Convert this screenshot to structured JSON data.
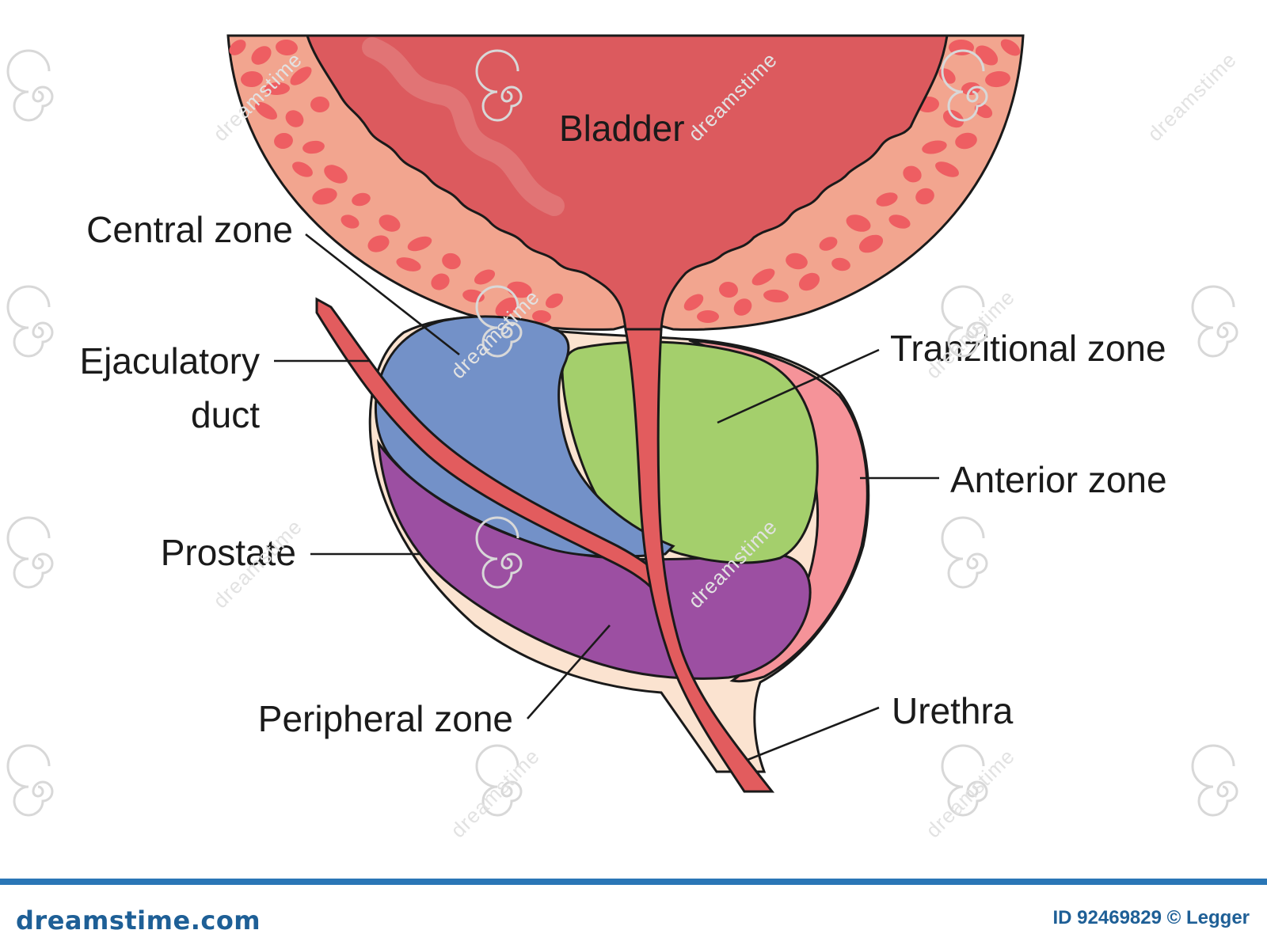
{
  "labels": {
    "bladder": "Bladder",
    "central_zone": "Central zone",
    "ejaculatory_duct_line1": "Ejaculatory",
    "ejaculatory_duct_line2": "duct",
    "prostate": "Prostate",
    "peripheral_zone": "Peripheral zone",
    "transitional_zone": "Tranzitional zone",
    "anterior_zone": "Anterior zone",
    "urethra": "Urethra"
  },
  "colors": {
    "bladder_interior": "#dc5a5e",
    "bladder_wall": "#f2a58f",
    "wall_cells": "#ee5e62",
    "central_zone": "#7391c8",
    "transitional_zone": "#a4cf6c",
    "anterior_zone": "#f59399",
    "peripheral_zone": "#9c4fa2",
    "capsule": "#fbe3d0",
    "urethra": "#e25c5e",
    "footer_bar": "#2a76b6",
    "footer_text": "#1e5f96"
  },
  "watermark": {
    "text": "dreamstime"
  },
  "footer": {
    "logo": "dreamstime.com",
    "image_id": "ID 92469829 © Legger"
  }
}
